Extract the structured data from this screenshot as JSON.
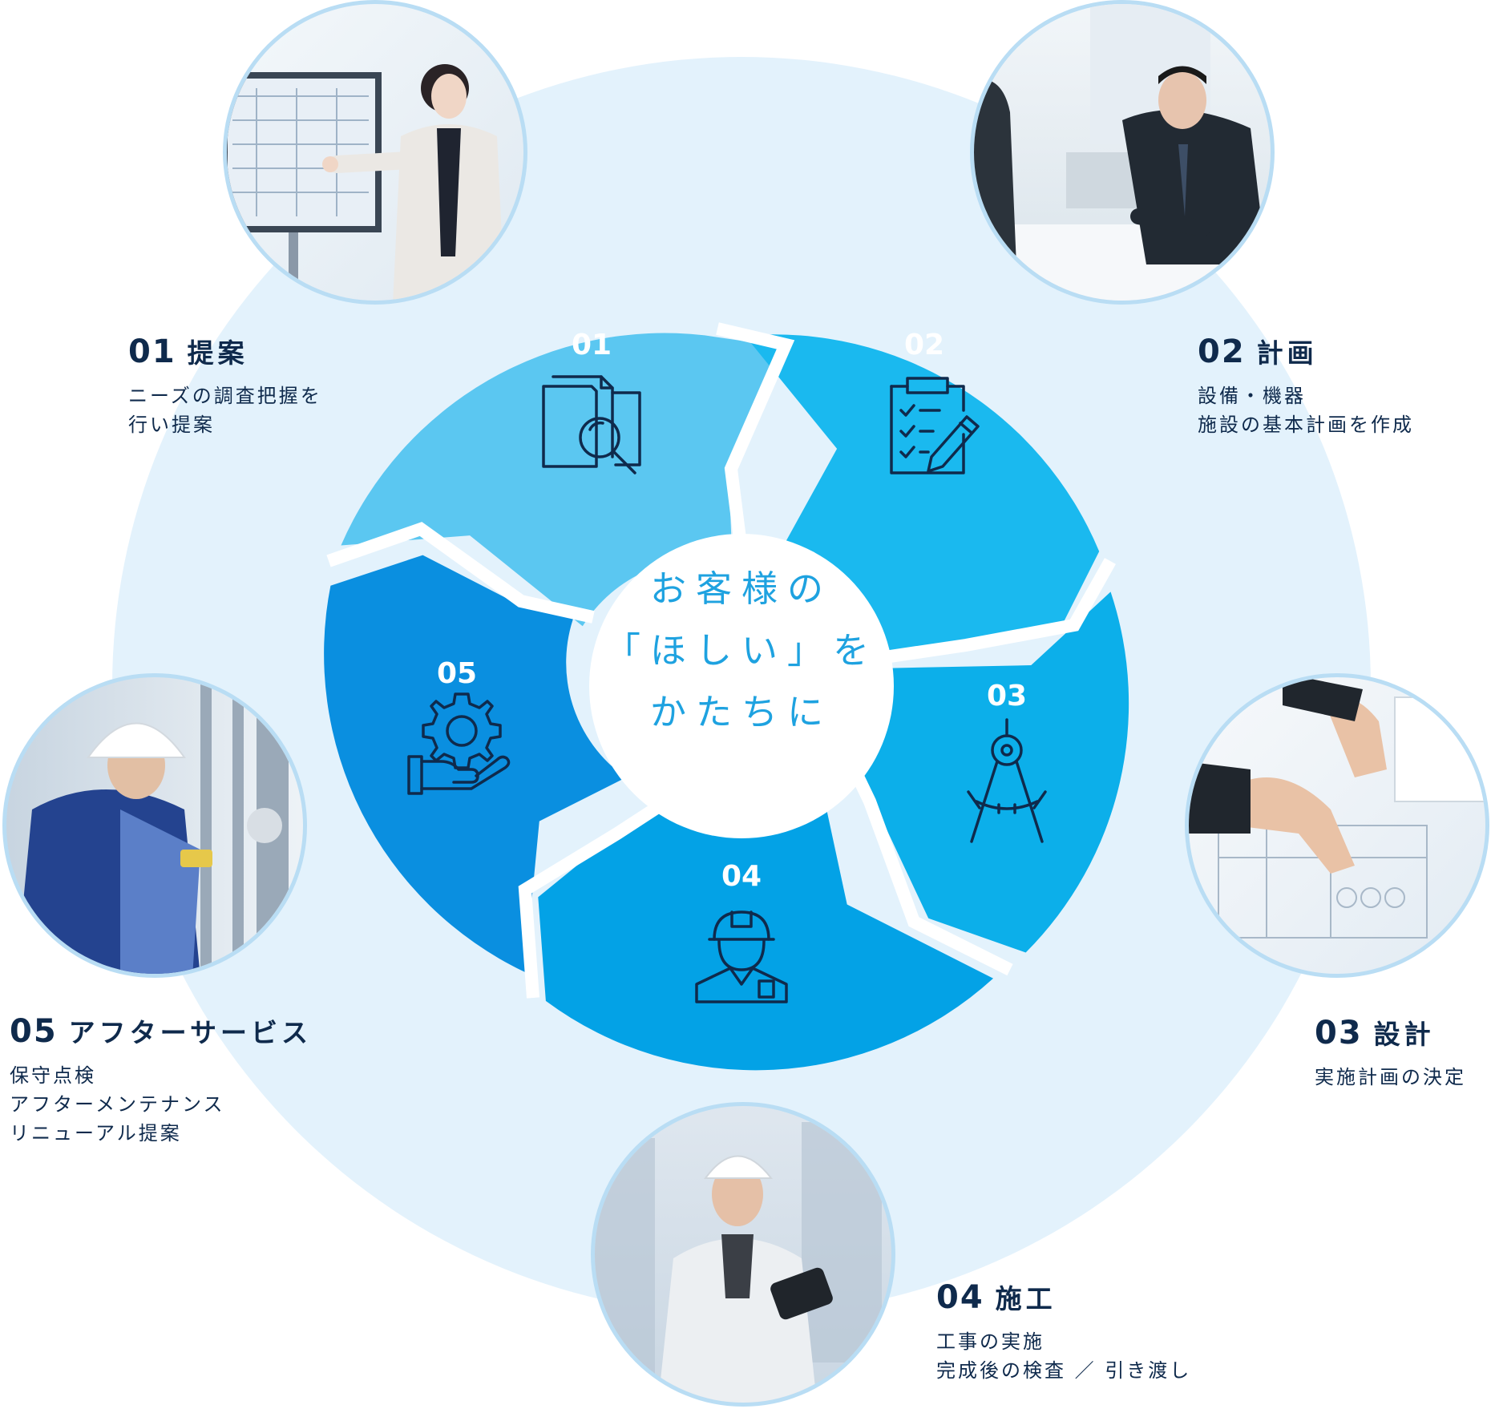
{
  "center": {
    "lines": [
      "お客様の",
      "「ほしい」を",
      "かたちに"
    ]
  },
  "steps": [
    {
      "num": "01",
      "title": "提案",
      "desc": [
        "ニーズの調査把握を",
        "行い提案"
      ],
      "icon": "document-search-icon",
      "photo": "presenter-photo"
    },
    {
      "num": "02",
      "title": "計画",
      "desc": [
        "設備・機器",
        "施設の基本計画を作成"
      ],
      "icon": "clipboard-pencil-icon",
      "photo": "meeting-photo"
    },
    {
      "num": "03",
      "title": "設計",
      "desc": [
        "実施計画の決定"
      ],
      "icon": "compass-icon",
      "photo": "blueprint-photo"
    },
    {
      "num": "04",
      "title": "施工",
      "desc": [
        "工事の実施",
        "完成後の検査 ／ 引き渡し"
      ],
      "icon": "worker-helmet-icon",
      "photo": "site-worker-photo"
    },
    {
      "num": "05",
      "title": "アフターサービス",
      "desc": [
        "保守点検",
        "アフターメンテナンス",
        "リニューアル提案"
      ],
      "icon": "gear-hand-icon",
      "photo": "maintenance-photo"
    }
  ],
  "colors": {
    "outer_ring": "#e3f2fc",
    "segment_01": "#5bc7f1",
    "segment_02": "#1ab9ef",
    "segment_03": "#0cafea",
    "segment_04": "#03a2e6",
    "segment_05": "#0a8fe0",
    "center_text": "#1ea2e0",
    "label_text": "#0f2a4c",
    "icon_stroke": "#0f2a4c",
    "photo_border": "#b9ddf4"
  }
}
